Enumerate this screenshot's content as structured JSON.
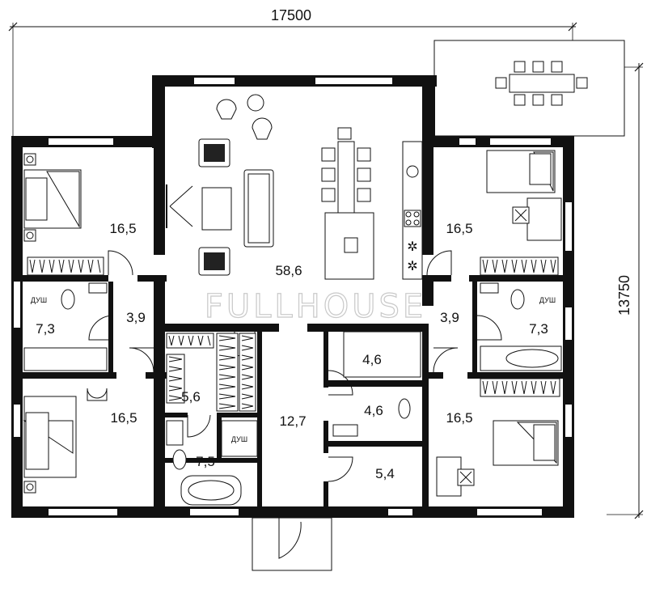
{
  "dimensions": {
    "width": "17500",
    "height": "13750"
  },
  "watermark": "FULLHOUSE",
  "shower_label": "ДУШ",
  "rooms": {
    "living": "58,6",
    "bedroom_top_left": "16,5",
    "bedroom_top_right": "16,5",
    "bedroom_bottom_left": "16,5",
    "bedroom_bottom_right": "16,5",
    "corridor_left": "3,9",
    "corridor_right": "3,9",
    "bath_left": "7,3",
    "bath_right": "7,3",
    "dressing": "5,6",
    "hall": "12,7",
    "storage": "4,6",
    "wc": "4,6",
    "entry_room": "5,4",
    "bath_bottom": "7,5"
  }
}
